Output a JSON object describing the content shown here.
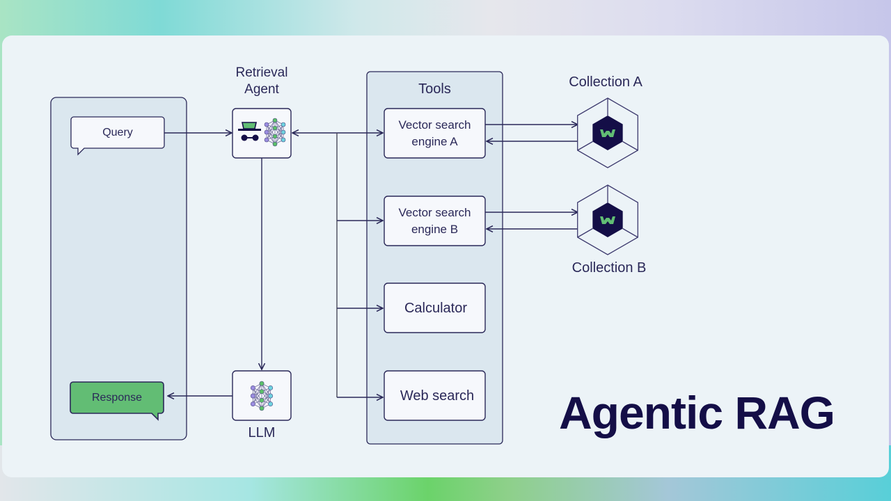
{
  "title": "Agentic RAG",
  "user_panel": {
    "query_label": "Query",
    "response_label": "Response"
  },
  "agent": {
    "label": "Retrieval Agent",
    "label_line1": "Retrieval",
    "label_line2": "Agent",
    "icon": "spy-hat-glasses-icon",
    "network_icon": "neural-network-icon"
  },
  "llm": {
    "label": "LLM",
    "icon": "neural-network-icon"
  },
  "tools": {
    "header": "Tools",
    "items": [
      {
        "line1": "Vector search",
        "line2": "engine A"
      },
      {
        "line1": "Vector search",
        "line2": "engine B"
      },
      {
        "line1": "Calculator",
        "line2": ""
      },
      {
        "line1": "Web search",
        "line2": ""
      }
    ]
  },
  "collections": [
    {
      "label": "Collection A",
      "icon": "weaviate-cube-icon"
    },
    {
      "label": "Collection B",
      "icon": "weaviate-cube-icon"
    }
  ],
  "colors": {
    "ink": "#2a2858",
    "dark_navy": "#140e47",
    "green": "#62bd74",
    "panel": "#dbe7ef",
    "node_purple": "#9b8de0",
    "node_green": "#5cc06a",
    "node_cyan": "#6fd3e0"
  }
}
